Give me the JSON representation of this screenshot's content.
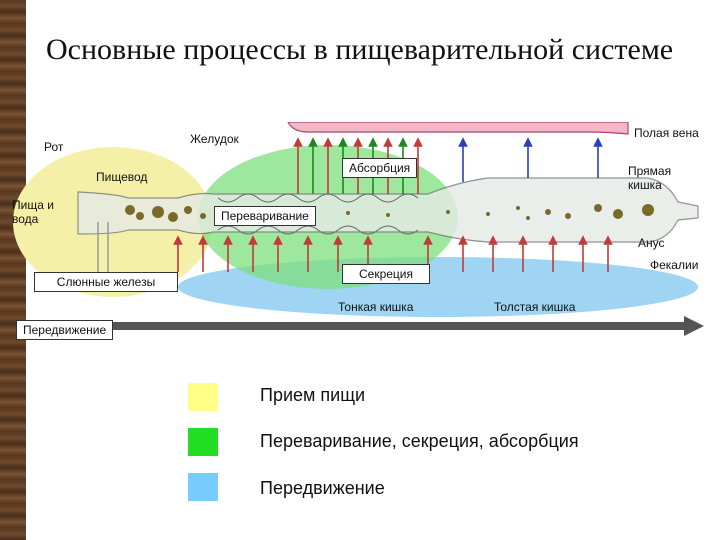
{
  "title": "Основные процессы в пищеварительной системе",
  "labels": {
    "mouth": "Рот",
    "stomach": "Желудок",
    "vena": "Полая вена",
    "esophagus": "Пищевод",
    "absorption": "Абсорбция",
    "rectum": "Прямая кишка",
    "food": "Пища и вода",
    "digestion": "Переваривание",
    "anus": "Анус",
    "feces": "Фекалии",
    "salivary": "Слюнные железы",
    "secretion": "Секреция",
    "small_intestine": "Тонкая кишка",
    "large_intestine": "Толстая кишка",
    "movement": "Передвижение"
  },
  "legend": [
    {
      "color": "#ffff88",
      "label": "Прием пищи"
    },
    {
      "color": "#22dd22",
      "label": "Переваривание, секреция, абсорбция"
    },
    {
      "color": "#77ccff",
      "label": "Передвижение"
    }
  ]
}
